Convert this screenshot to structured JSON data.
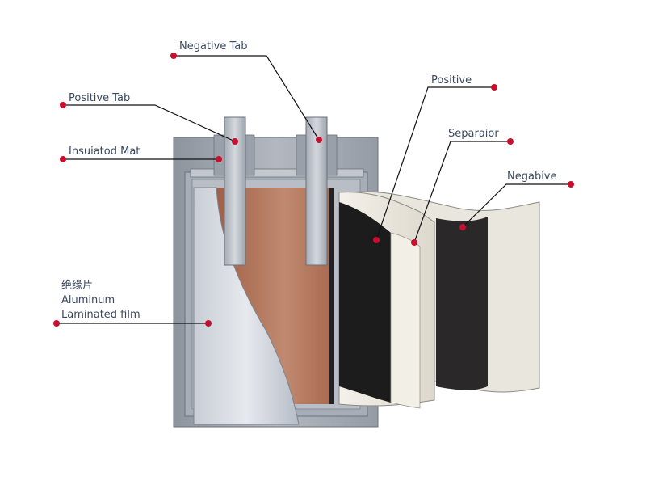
{
  "labels": {
    "negative_tab": "Negative Tab",
    "positive_tab": "Positive Tab",
    "insulated_mat": "Insuiatod Mat",
    "positive": "Positive",
    "separator": "Separaior",
    "negative": "Negabive",
    "film_cn": "绝缘片",
    "film_line1": "Aluminum",
    "film_line2": "Laminated film"
  },
  "colors": {
    "label_text": "#3a4860",
    "marker": "#c8102e",
    "casing": "#9aa0aa",
    "cathode": "#b87a60",
    "positive_sheet": "#1c1c1c",
    "separator_sheet": "#ede9df",
    "negative_sheet": "#2a2828"
  }
}
